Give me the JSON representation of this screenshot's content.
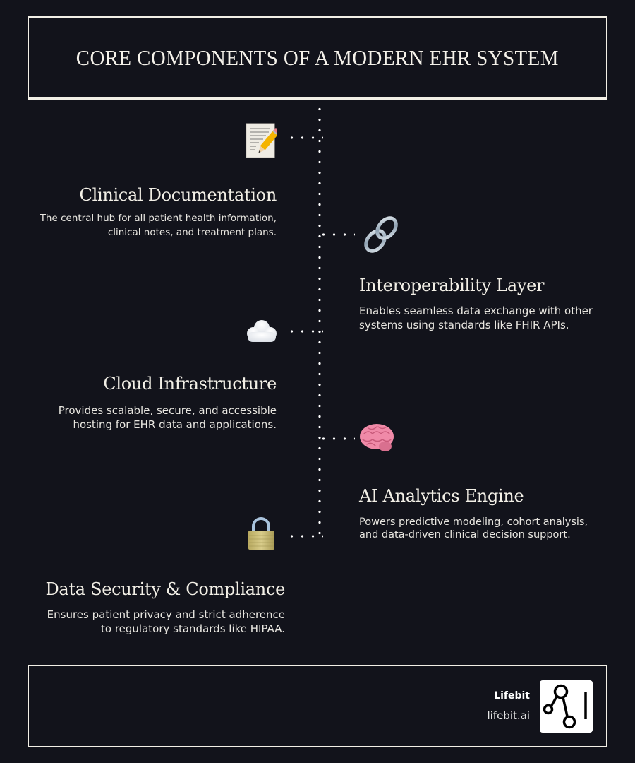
{
  "header": {
    "title": "Core Components of a Modern EHR System"
  },
  "timeline": {
    "items": [
      {
        "title": "Clinical Documentation",
        "description": "The central hub for all patient health information, clinical notes, and treatment plans.",
        "desc_line1": "The central hub for all patient health information,",
        "desc_line2": "clinical notes, and treatment plans.",
        "icon": "memo-icon",
        "glyph": "📝",
        "side": "left"
      },
      {
        "title": "Interoperability Layer",
        "description": "Enables seamless data exchange with other systems using standards like FHIR APIs.",
        "desc_line1": "Enables seamless data exchange with other",
        "desc_line2": "systems using standards like FHIR APIs.",
        "icon": "link-icon",
        "glyph": "🔗",
        "side": "right"
      },
      {
        "title": "Cloud Infrastructure",
        "description": "Provides scalable, secure, and accessible hosting for EHR data and applications.",
        "desc_line1": "Provides scalable, secure, and accessible",
        "desc_line2": "hosting for EHR data and applications.",
        "icon": "cloud-icon",
        "glyph": "☁️",
        "side": "left"
      },
      {
        "title": "AI Analytics Engine",
        "description": "Powers predictive modeling, cohort analysis, and data-driven clinical decision support.",
        "desc_line1": "Powers predictive modeling, cohort analysis,",
        "desc_line2": "and data-driven clinical decision support.",
        "icon": "brain-icon",
        "glyph": "🧠",
        "side": "right"
      },
      {
        "title": "Data Security & Compliance",
        "description": "Ensures patient privacy and strict adherence to regulatory standards like HIPAA.",
        "desc_line1": "Ensures patient privacy and strict adherence",
        "desc_line2": "to regulatory standards like HIPAA.",
        "icon": "lock-icon",
        "glyph": "🔒",
        "side": "left"
      }
    ]
  },
  "footer": {
    "brand_name": "Lifebit",
    "brand_url": "lifebit.ai",
    "logo": "lifebit-logo-icon"
  },
  "colors": {
    "background": "#12131b",
    "foreground": "#f2efe6",
    "dots": "#ffffff"
  }
}
